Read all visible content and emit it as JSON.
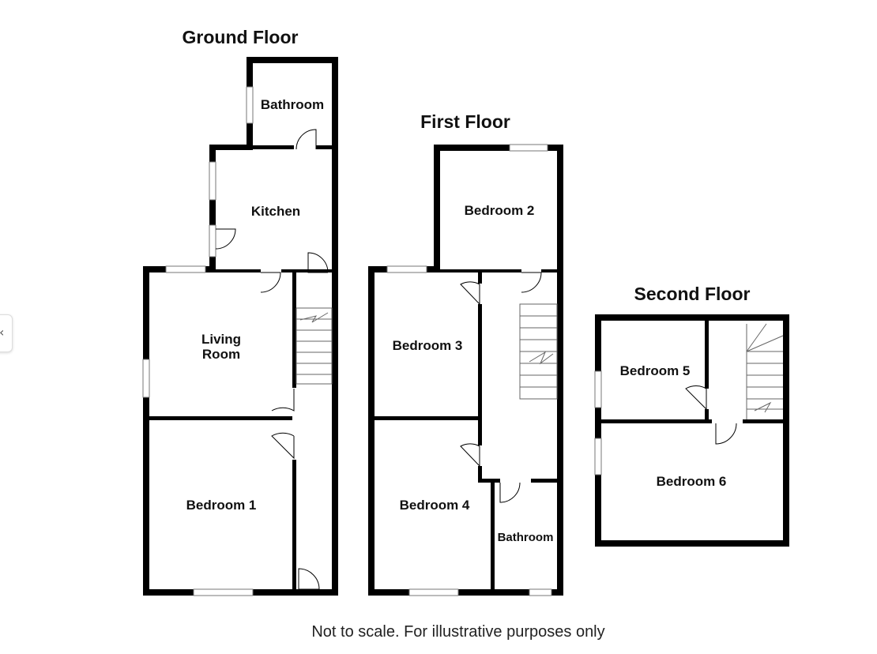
{
  "floors": {
    "ground": {
      "title": "Ground Floor",
      "rooms": {
        "bathroom": "Bathroom",
        "kitchen": "Kitchen",
        "living_room_line1": "Living",
        "living_room_line2": "Room",
        "bedroom1": "Bedroom 1"
      }
    },
    "first": {
      "title": "First Floor",
      "rooms": {
        "bedroom2": "Bedroom 2",
        "bedroom3": "Bedroom 3",
        "bedroom4": "Bedroom 4",
        "bathroom": "Bathroom"
      }
    },
    "second": {
      "title": "Second Floor",
      "rooms": {
        "bedroom5": "Bedroom 5",
        "bedroom6": "Bedroom 6"
      }
    }
  },
  "footer": {
    "note": "Not to scale. For illustrative purposes only"
  },
  "icons": {
    "side_handle": "chevron-left-icon"
  }
}
